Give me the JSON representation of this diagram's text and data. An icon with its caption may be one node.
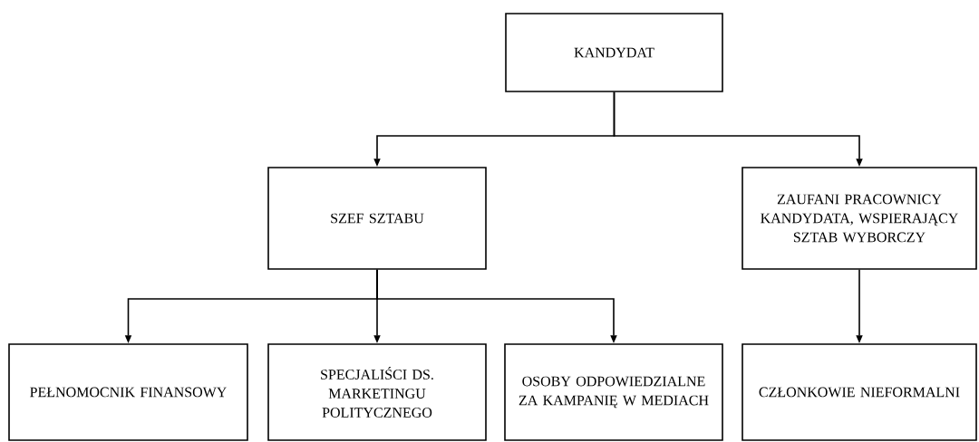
{
  "diagram": {
    "nodes": [
      {
        "text": [
          "KANDYDAT"
        ]
      },
      {
        "text": [
          "SZEF SZTABU"
        ]
      },
      {
        "text": [
          "ZAUFANI PRACOWNICY KANDYDATA, WSPIERAJĄCY SZTAB WYBORCZY"
        ]
      },
      {
        "text": [
          "PEŁNOMOCNIK FINANSOWY"
        ]
      },
      {
        "text": [
          "SPECJALIŚCI DS. MARKETINGU POLITYCZNEGO"
        ]
      },
      {
        "text": [
          "OSOBY ODPOWIEDZIALNE ZA KAMPANIĘ W MEDIACH"
        ]
      },
      {
        "text": [
          "CZŁONKOWIE NIEFORMALNI"
        ]
      }
    ],
    "edges": [
      {
        "from": 0,
        "to": 1,
        "arrow": "to"
      },
      {
        "from": 0,
        "to": 2,
        "arrow": "to"
      },
      {
        "from": 1,
        "to": 3,
        "arrow": "to"
      },
      {
        "from": 1,
        "to": 4,
        "arrow": "to"
      },
      {
        "from": 1,
        "to": 5,
        "arrow": "to"
      },
      {
        "from": 2,
        "to": 6,
        "arrow": "to"
      }
    ]
  }
}
